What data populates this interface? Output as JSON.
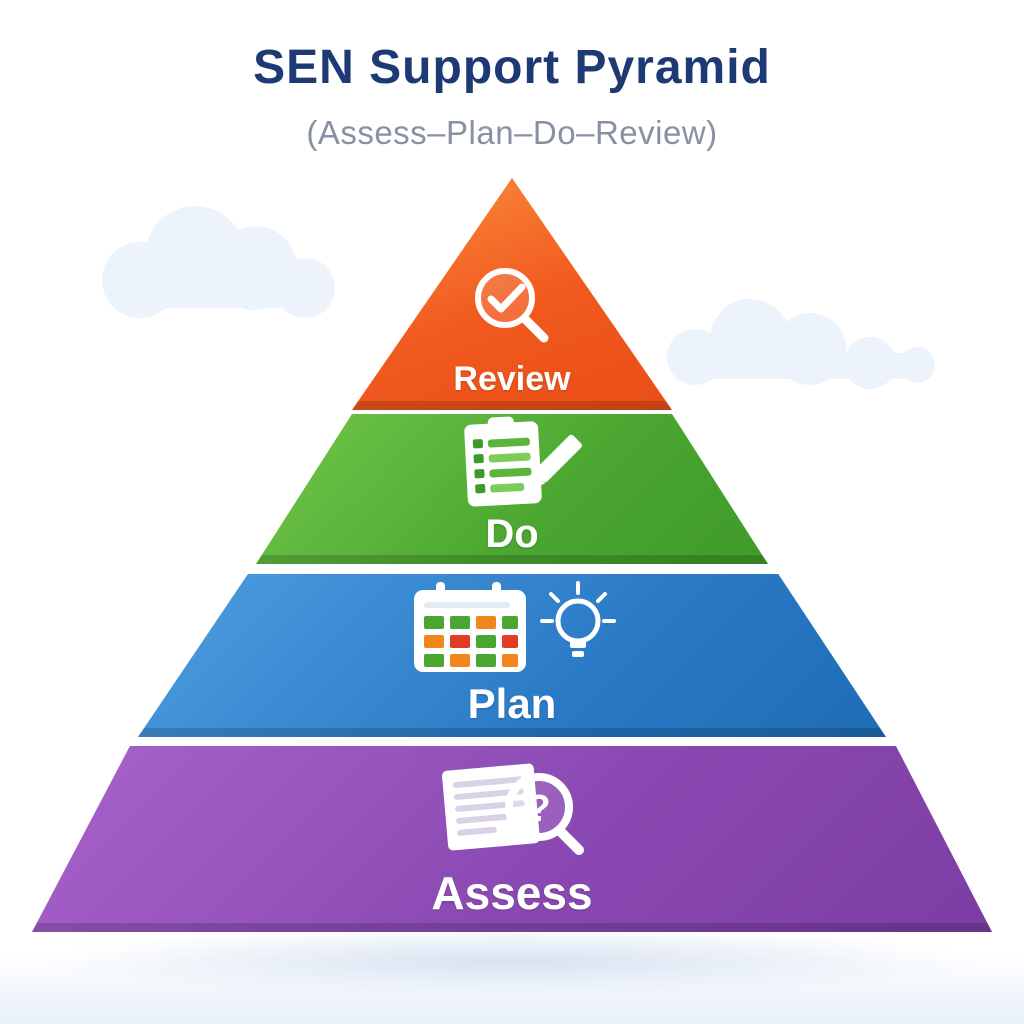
{
  "title": "SEN Support Pyramid",
  "subtitle": "(Assess–Plan–Do–Review)",
  "tiers": [
    {
      "id": "review",
      "label": "Review",
      "color": "#f1591f",
      "icon": "magnifier-check-icon"
    },
    {
      "id": "do",
      "label": "Do",
      "color": "#4aa630",
      "icon": "clipboard-pencil-icon"
    },
    {
      "id": "plan",
      "label": "Plan",
      "color": "#2a7ac6",
      "icon": "calendar-lightbulb-icon"
    },
    {
      "id": "assess",
      "label": "Assess",
      "color": "#8a49b2",
      "icon": "document-question-magnifier-icon",
      "glyph": "?"
    }
  ],
  "colors": {
    "background": "#ffffff",
    "title": "#1e3a75",
    "subtitle": "#8791a3",
    "cloud": "#e9f2fb",
    "label_text": "#ffffff"
  }
}
